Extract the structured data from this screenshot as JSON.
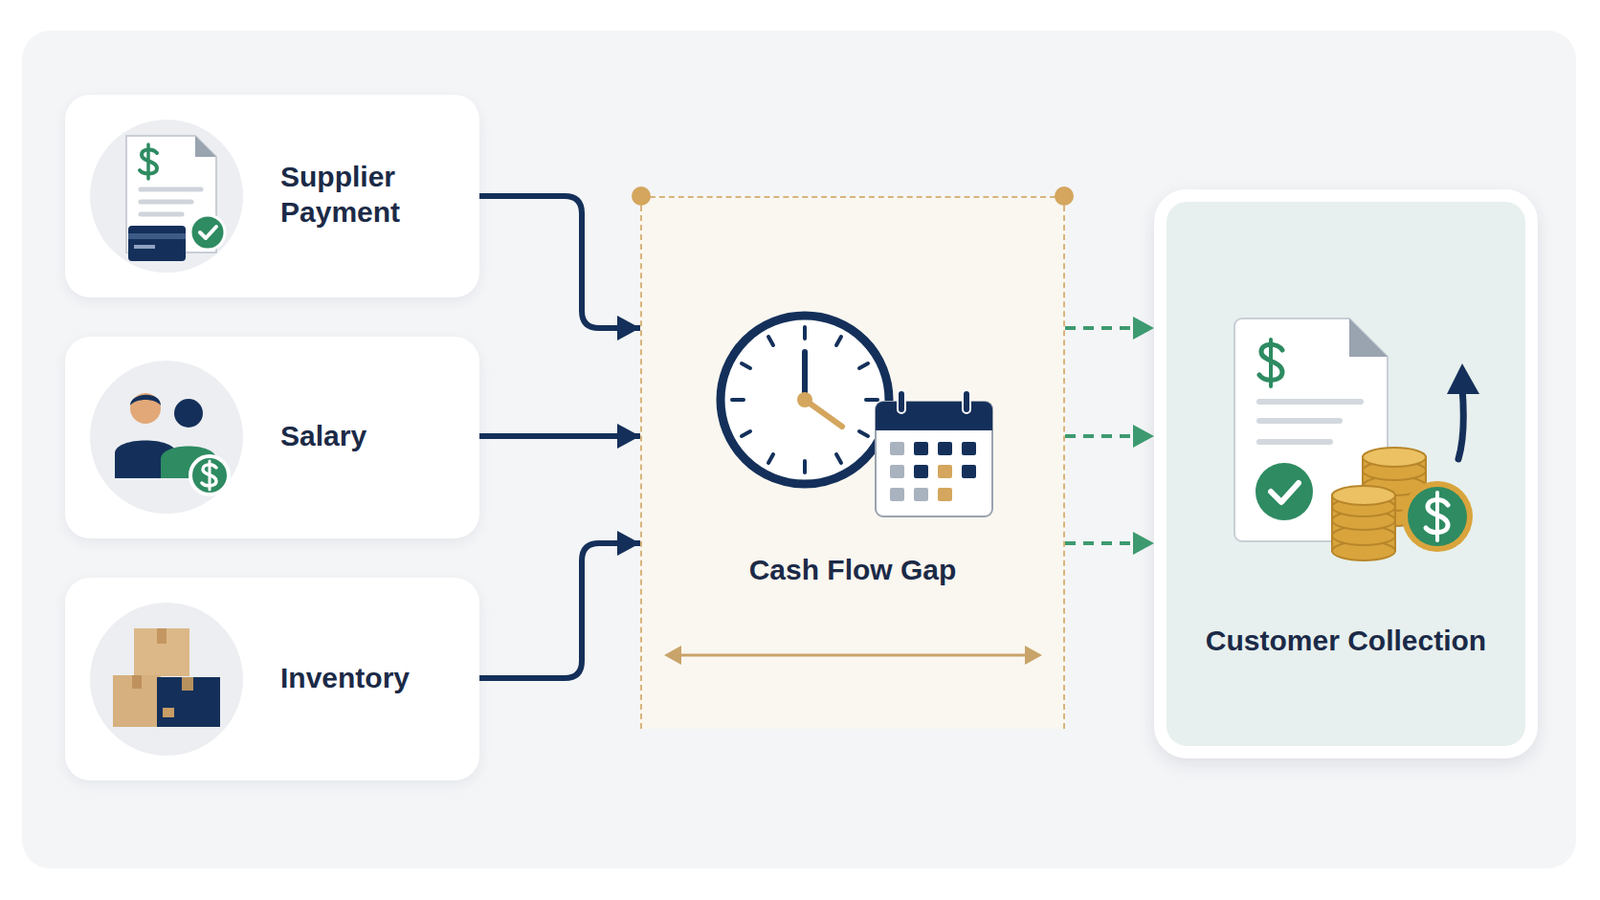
{
  "diagram": {
    "nodes": [
      {
        "text": [
          "Supplier Payment"
        ]
      },
      {
        "text": [
          "Salary"
        ]
      },
      {
        "text": [
          "Inventory"
        ]
      },
      {
        "text": [
          "Cash Flow Gap"
        ]
      },
      {
        "text": [
          "Customer Collection"
        ]
      }
    ],
    "edges": [
      {
        "from": 0,
        "to": 3,
        "arrow": "to"
      },
      {
        "from": 1,
        "to": 3,
        "arrow": "to"
      },
      {
        "from": 2,
        "to": 3,
        "arrow": "to"
      },
      {
        "from": 3,
        "to": 4,
        "arrow": "to"
      },
      {
        "from": 3,
        "to": 4,
        "arrow": "to"
      },
      {
        "from": 3,
        "to": 4,
        "arrow": "to"
      }
    ]
  }
}
